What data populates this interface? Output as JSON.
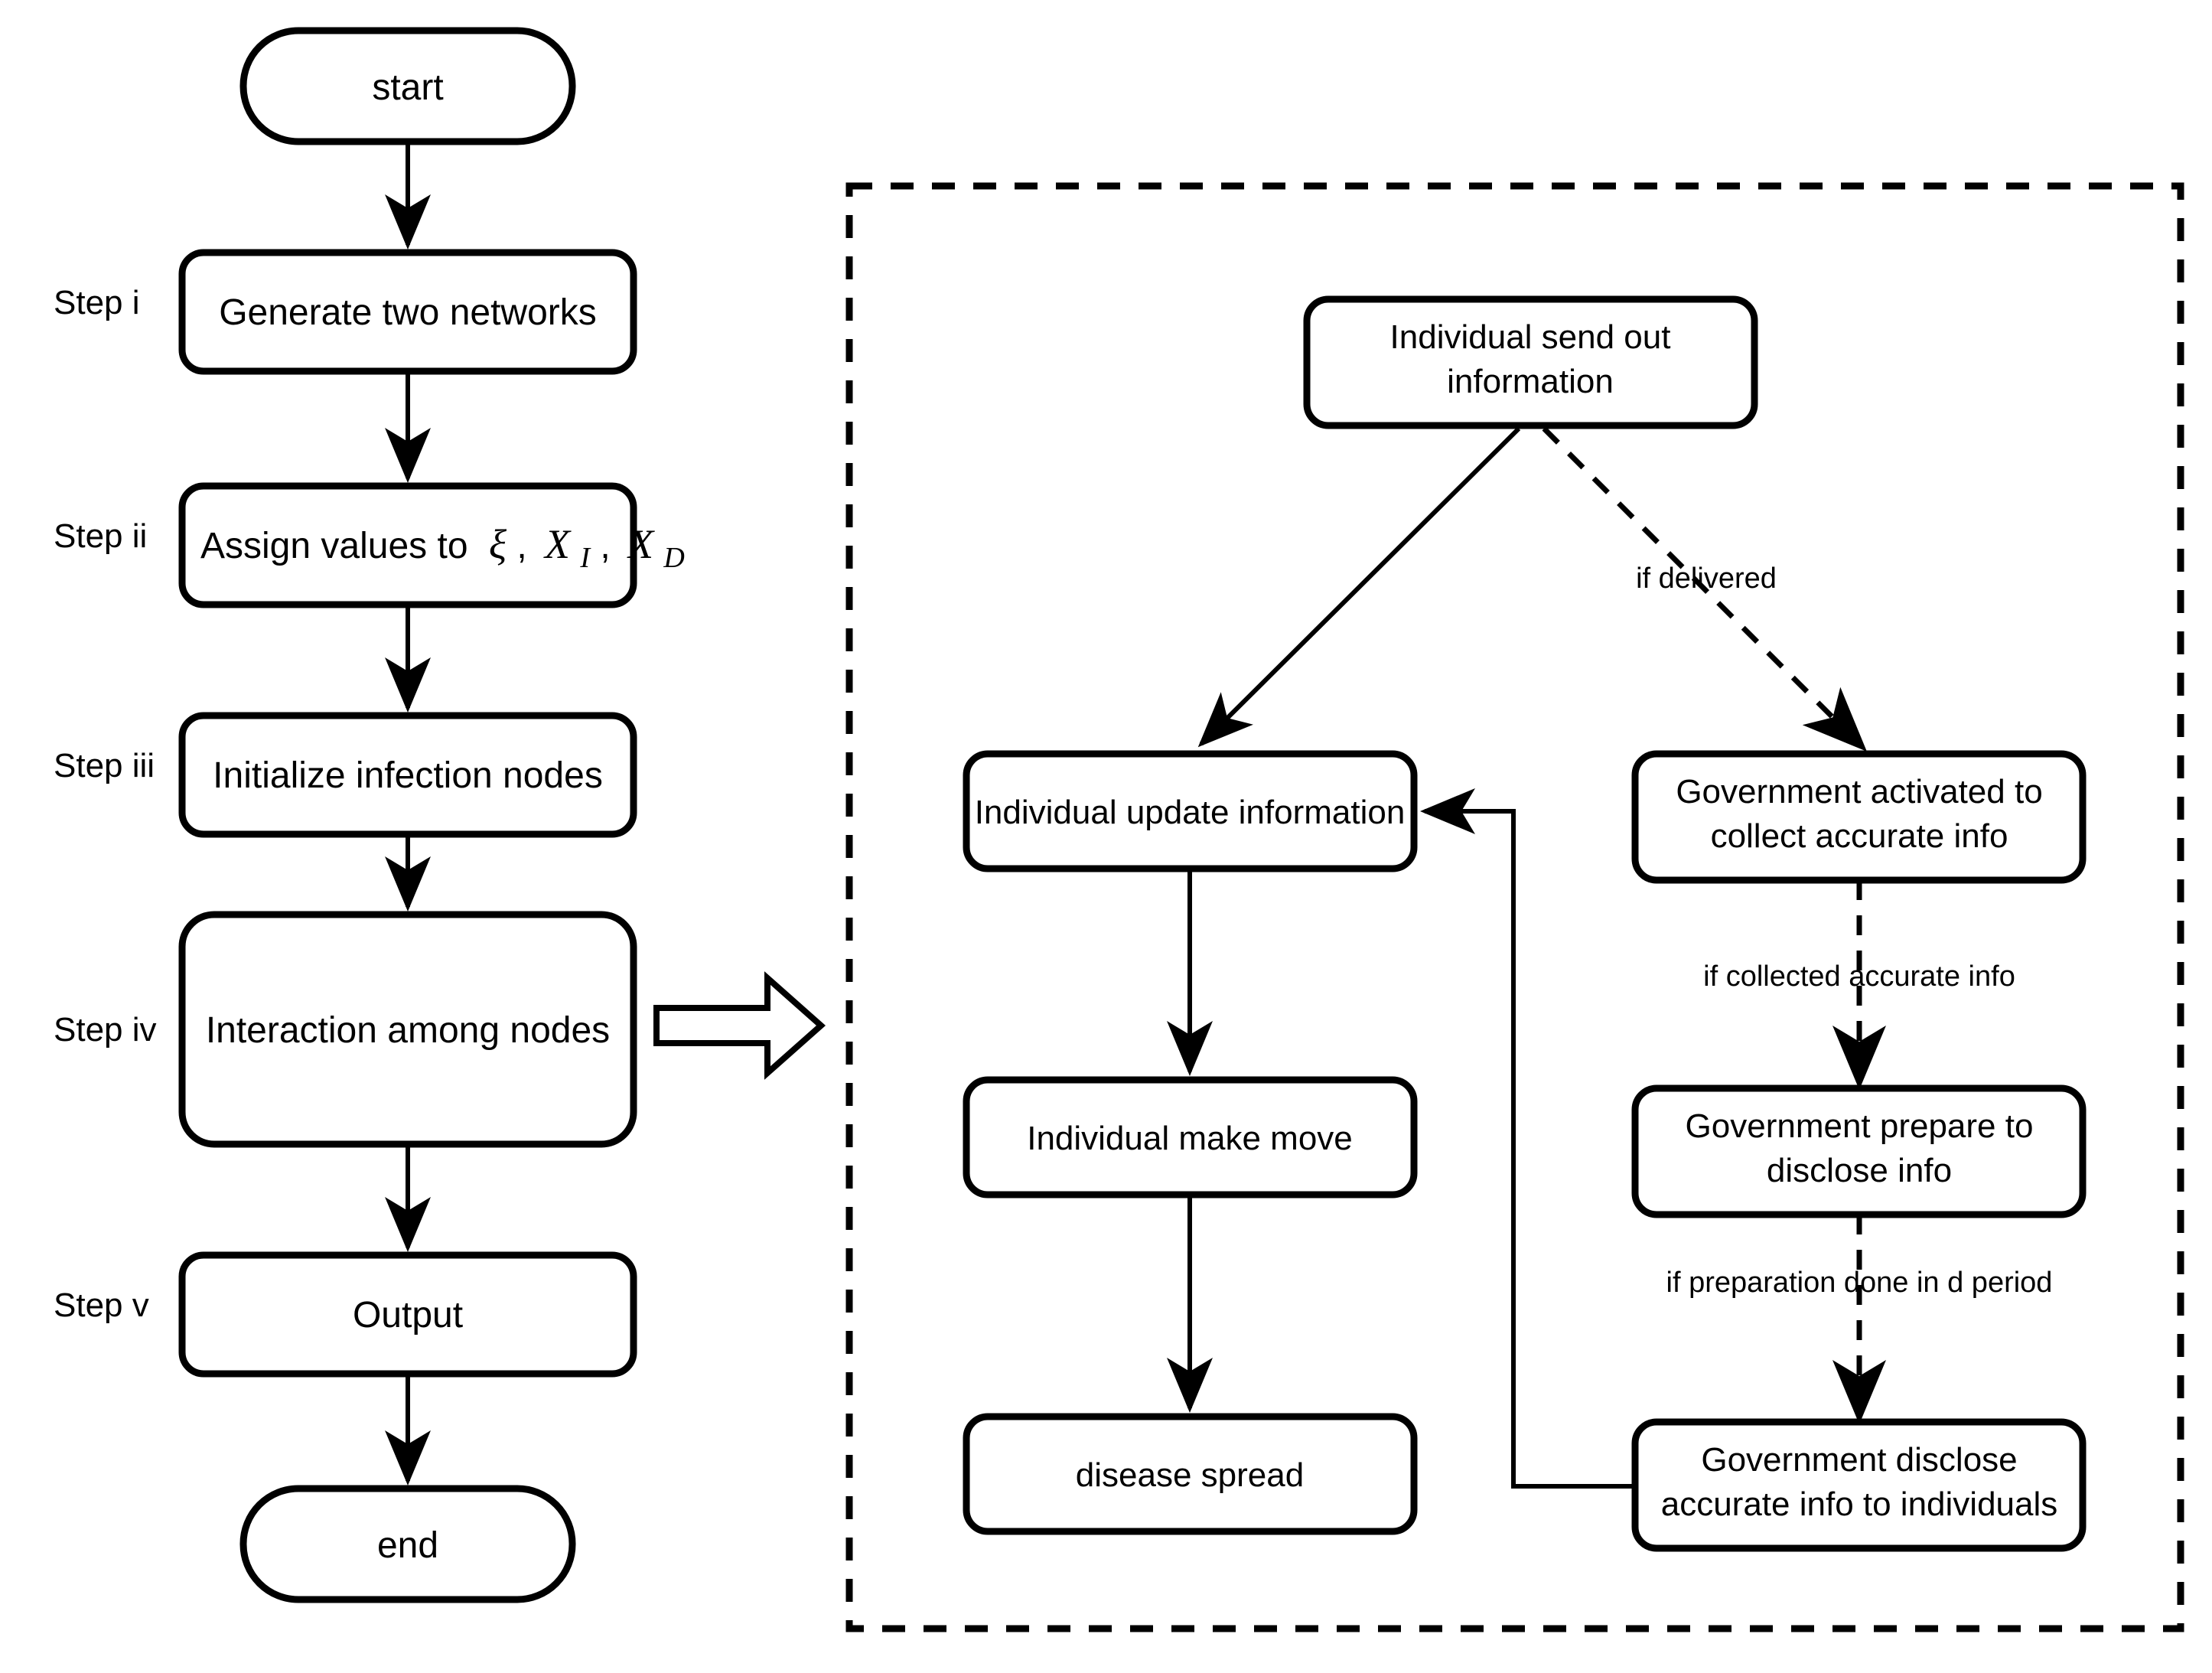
{
  "diagram": {
    "type": "flowchart",
    "left_panel": {
      "step_labels": [
        {
          "id": "step-i",
          "text": "Step i"
        },
        {
          "id": "step-ii",
          "text": "Step ii"
        },
        {
          "id": "step-iii",
          "text": "Step iii"
        },
        {
          "id": "step-iv",
          "text": "Step iv"
        },
        {
          "id": "step-v",
          "text": "Step v"
        }
      ],
      "nodes": [
        {
          "id": "start",
          "shape": "terminal",
          "label": "start"
        },
        {
          "id": "generate",
          "shape": "process",
          "label": "Generate two networks"
        },
        {
          "id": "assign",
          "shape": "process",
          "label": "Assign values to",
          "math": {
            "xi": "ξ",
            "comma1": ",",
            "x1": "X",
            "sub1": "I",
            "comma2": ",",
            "x2": "X",
            "sub2": "D"
          }
        },
        {
          "id": "initialize",
          "shape": "process",
          "label": "Initialize infection nodes"
        },
        {
          "id": "interaction",
          "shape": "process",
          "label": "Interaction among nodes"
        },
        {
          "id": "output",
          "shape": "process",
          "label": "Output"
        },
        {
          "id": "end",
          "shape": "terminal",
          "label": "end"
        }
      ]
    },
    "expand_arrow": {
      "id": "expand-arrow",
      "style": "hollow-block-arrow",
      "direction": "right"
    },
    "right_panel": {
      "border": "dashed",
      "nodes": [
        {
          "id": "send-info",
          "label_line1": "Individual send out",
          "label_line2": "information"
        },
        {
          "id": "update-info",
          "label_line1": "Individual update information",
          "label_line2": ""
        },
        {
          "id": "make-move",
          "label_line1": "Individual make move",
          "label_line2": ""
        },
        {
          "id": "disease-spread",
          "label_line1": "disease spread",
          "label_line2": ""
        },
        {
          "id": "gov-activated",
          "label_line1": "Government activated to",
          "label_line2": "collect accurate info"
        },
        {
          "id": "gov-prepare",
          "label_line1": "Government prepare to",
          "label_line2": "disclose info"
        },
        {
          "id": "gov-disclose",
          "label_line1": "Government disclose",
          "label_line2": "accurate info to individuals"
        }
      ],
      "edge_labels": [
        {
          "id": "edge-if-delivered",
          "text": "if delivered"
        },
        {
          "id": "edge-if-collected",
          "text": "if collected accurate info"
        },
        {
          "id": "edge-if-preparation",
          "text": "if preparation done in d period"
        }
      ]
    },
    "colors": {
      "stroke": "#000000",
      "fill": "#ffffff",
      "background": "#ffffff"
    }
  }
}
